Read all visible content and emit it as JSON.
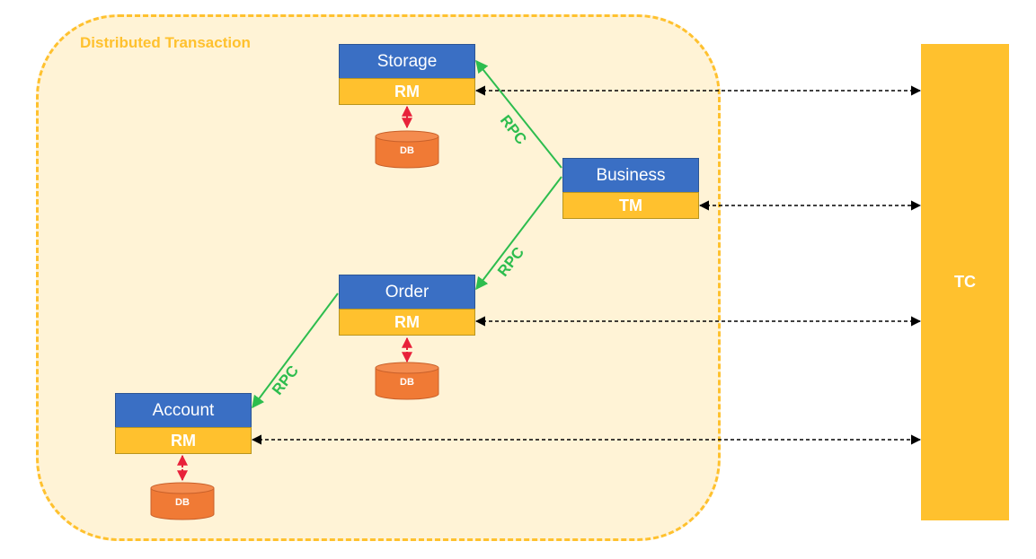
{
  "region": {
    "title": "Distributed Transaction"
  },
  "nodes": {
    "storage": {
      "name": "Storage",
      "role": "RM"
    },
    "business": {
      "name": "Business",
      "role": "TM"
    },
    "order": {
      "name": "Order",
      "role": "RM"
    },
    "account": {
      "name": "Account",
      "role": "RM"
    }
  },
  "db_label": "DB",
  "tc_label": "TC",
  "rpc_labels": [
    "RPC",
    "RPC",
    "RPC"
  ],
  "colors": {
    "node_header": "#3A6FC4",
    "role_fill": "#FFC12E",
    "db_fill": "#F07A35",
    "rpc_line": "#2DBD4E",
    "db_link": "#E8213A",
    "dashed_link": "#000000",
    "region_border": "#FFC12E",
    "region_fill": "#FFF3D6"
  }
}
